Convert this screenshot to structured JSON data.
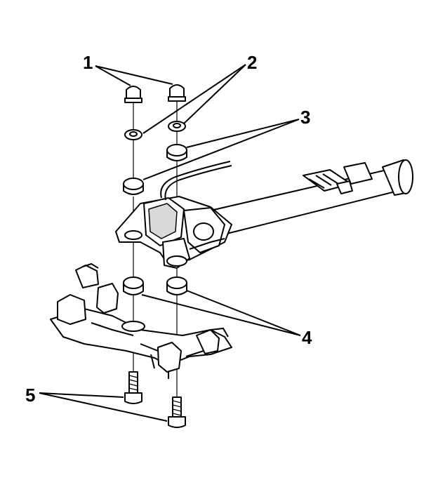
{
  "callouts": {
    "c1": "1",
    "c2": "2",
    "c3": "3",
    "c4": "4",
    "c5": "5"
  },
  "colors": {
    "line": "#000000",
    "shade": "#d9d9d9",
    "background": "#ffffff"
  }
}
